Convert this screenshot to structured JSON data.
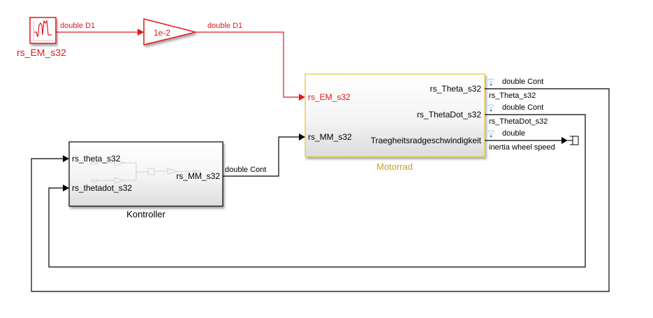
{
  "colors": {
    "signal_red": "#e0181c",
    "signal_black": "#000000",
    "motorrad_border": "#e8d060",
    "motorrad_label": "#c8a020",
    "block_border": "#000000",
    "icon_blue": "#3a7fd0"
  },
  "source_block": {
    "name": "rs_EM_s32",
    "icon": "signal-builder-icon",
    "output_signal_label": "double D1"
  },
  "gain_block": {
    "value": "1e-2",
    "output_signal_label": "double D1"
  },
  "motorrad": {
    "name": "Motorrad",
    "inputs": [
      "rs_EM_s32",
      "rs_MM_s32"
    ],
    "outputs": [
      "rs_Theta_s32",
      "rs_ThetaDot_s32",
      "Traegheitsradgeschwindigkeit"
    ],
    "output_types": [
      "double Cont",
      "double Cont",
      "double"
    ],
    "output_signal_names": [
      "rs_Theta_s32",
      "rs_ThetaDot_s32",
      "inertia wheel speed"
    ]
  },
  "kontroller": {
    "name": "Kontroller",
    "inputs": [
      "rs_theta_s32",
      "rs_thetadot_s32"
    ],
    "outputs": [
      "rs_MM_s32"
    ],
    "output_signal_label": "double Cont"
  },
  "terminator": {
    "icon": "terminator-icon"
  }
}
